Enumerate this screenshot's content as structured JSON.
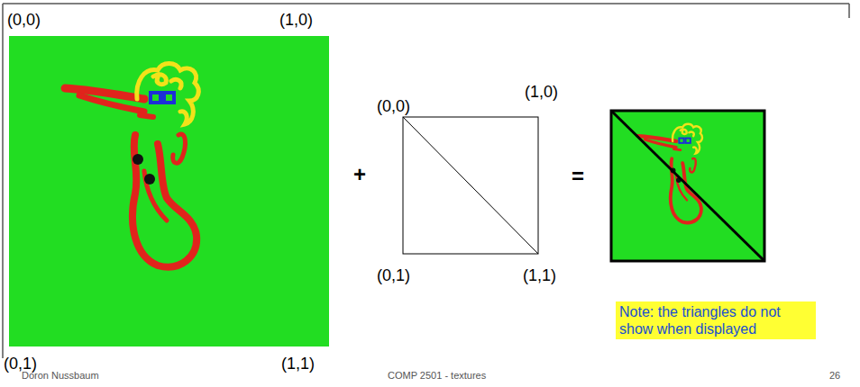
{
  "diagram": {
    "nodes": [
      {
        "text": [
          "Note: the triangles do not show when displayed"
        ]
      }
    ],
    "labels": [
      "(0,0)",
      "(1,0)",
      "+",
      "(0,0)",
      "(1,0)",
      "=",
      "(0,1)",
      "(1,1)",
      "(0,1)",
      "Doron Nussbaum",
      "(1,1)",
      "COMP 2501 - textures",
      "26"
    ]
  }
}
